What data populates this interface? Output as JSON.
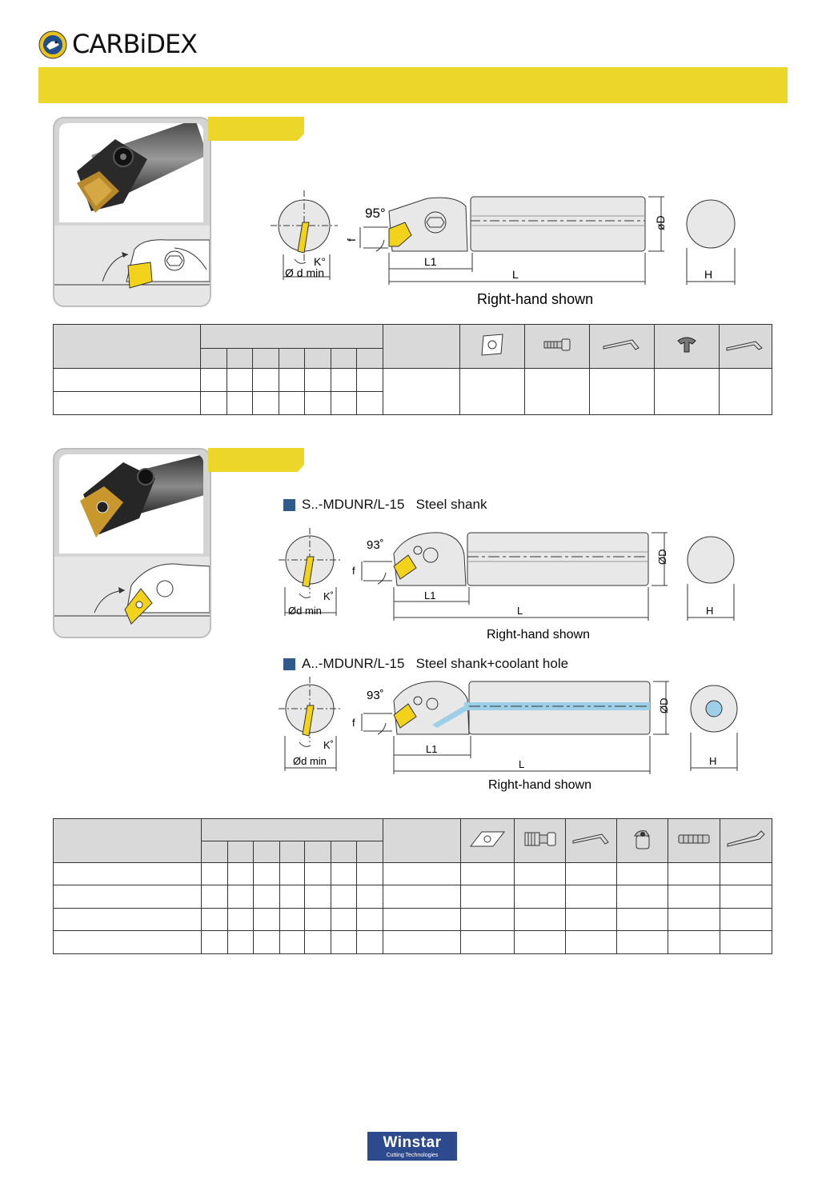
{
  "brand": {
    "name": "CARBiDEX"
  },
  "section1": {
    "diagram": {
      "angle": "95°",
      "labels": {
        "f": "f",
        "k": "K°",
        "dmin": "Ø d min",
        "l1": "L1",
        "l": "L",
        "od": "øD",
        "h": "H"
      },
      "caption": "Right-hand shown"
    }
  },
  "section2": {
    "variant1": {
      "title": "S..-MDUNR/L-15   Steel shank",
      "angle": "93˚",
      "labels": {
        "f": "f",
        "k": "K˚",
        "dmin": "Ød min",
        "l1": "L1",
        "l": "L",
        "od": "ØD",
        "h": "H"
      },
      "caption": "Right-hand shown"
    },
    "variant2": {
      "title": "A..-MDUNR/L-15   Steel shank+coolant hole",
      "angle": "93˚",
      "labels": {
        "f": "f",
        "k": "K˚",
        "dmin": "Ød min",
        "l1": "L1",
        "l": "L",
        "od": "ØD",
        "h": "H"
      },
      "caption": "Right-hand shown"
    }
  },
  "table1": {
    "icons": [
      "insert-icon",
      "screw-icon",
      "wrench-icon",
      "clamp-icon",
      "key-icon"
    ],
    "rows": 2
  },
  "table2": {
    "icons": [
      "insert-icon",
      "shim-screw-icon",
      "wrench-icon",
      "clamp-icon",
      "screw-icon",
      "key-icon"
    ],
    "rows": 4
  },
  "footer": {
    "brand": "Winstar",
    "tagline": "Cutting Technologies"
  },
  "colors": {
    "accent_yellow": "#ecd62a",
    "marker_blue": "#2f5b8c",
    "footer_blue": "#2e4a8e",
    "coolant_blue": "#9ecfe8"
  }
}
